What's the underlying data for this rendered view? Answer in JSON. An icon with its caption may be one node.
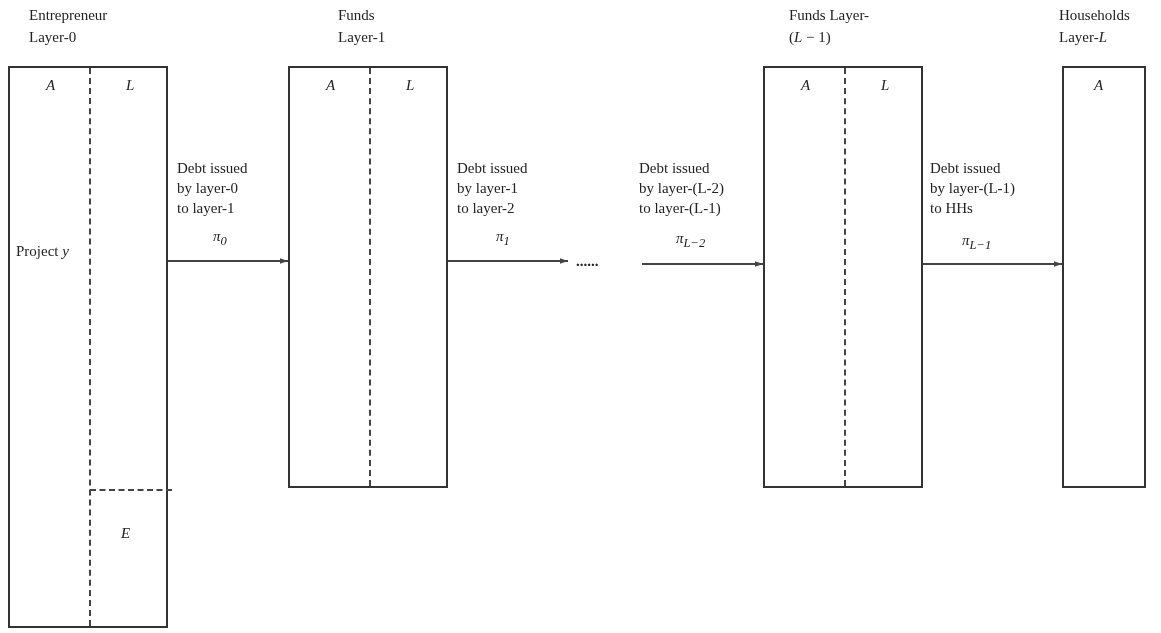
{
  "diagram": {
    "nodes": [
      {
        "text": [
          "Entrepreneur Layer-0",
          "A",
          "L",
          "Project *y*",
          "E"
        ]
      },
      {
        "text": [
          "Funds Layer-1",
          "A",
          "L"
        ]
      },
      {
        "text": [
          "......"
        ]
      },
      {
        "text": [
          "Funds Layer-(*L* − 1)",
          "A",
          "L"
        ]
      },
      {
        "text": [
          "Households Layer-*L*",
          "A"
        ]
      }
    ],
    "edges": [
      {
        "from": 0,
        "to": 1,
        "arrow": "to",
        "label": "Debt issued by layer-0 to layer-1"
      },
      {
        "from": 1,
        "to": 2,
        "arrow": "to",
        "label": "Debt issued by layer-1 to layer-2"
      },
      {
        "from": 2,
        "to": 3,
        "arrow": "to",
        "label": "Debt issued by layer-(L-2) to layer-(L-1)"
      },
      {
        "from": 3,
        "to": 4,
        "arrow": "to",
        "label": "Debt issued by layer-(L-1) to HHs"
      }
    ],
    "labels": [
      "π$_{0}$",
      "π$_{1}$",
      "π$_{L−2}$",
      "π$_{L−1}$"
    ]
  }
}
